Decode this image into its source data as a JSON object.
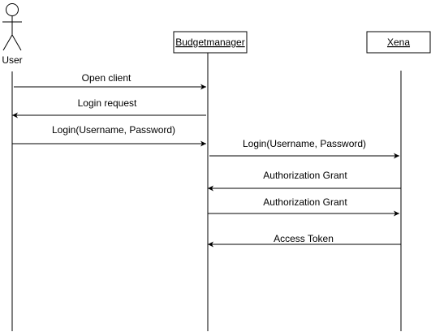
{
  "participants": [
    {
      "id": "user",
      "label": "User",
      "kind": "actor"
    },
    {
      "id": "budgetmanager",
      "label": "Budgetmanager",
      "kind": "box"
    },
    {
      "id": "xena",
      "label": "Xena",
      "kind": "box"
    }
  ],
  "messages": [
    {
      "from": "user",
      "to": "budgetmanager",
      "label": "Open client"
    },
    {
      "from": "budgetmanager",
      "to": "user",
      "label": "Login request"
    },
    {
      "from": "user",
      "to": "budgetmanager",
      "label": "Login(Username, Password)"
    },
    {
      "from": "budgetmanager",
      "to": "xena",
      "label": "Login(Username, Password)"
    },
    {
      "from": "xena",
      "to": "budgetmanager",
      "label": "Authorization Grant"
    },
    {
      "from": "budgetmanager",
      "to": "xena",
      "label": "Authorization Grant"
    },
    {
      "from": "xena",
      "to": "budgetmanager",
      "label": "Access Token"
    }
  ],
  "colors": {
    "stroke": "#000000",
    "background": "#ffffff"
  }
}
